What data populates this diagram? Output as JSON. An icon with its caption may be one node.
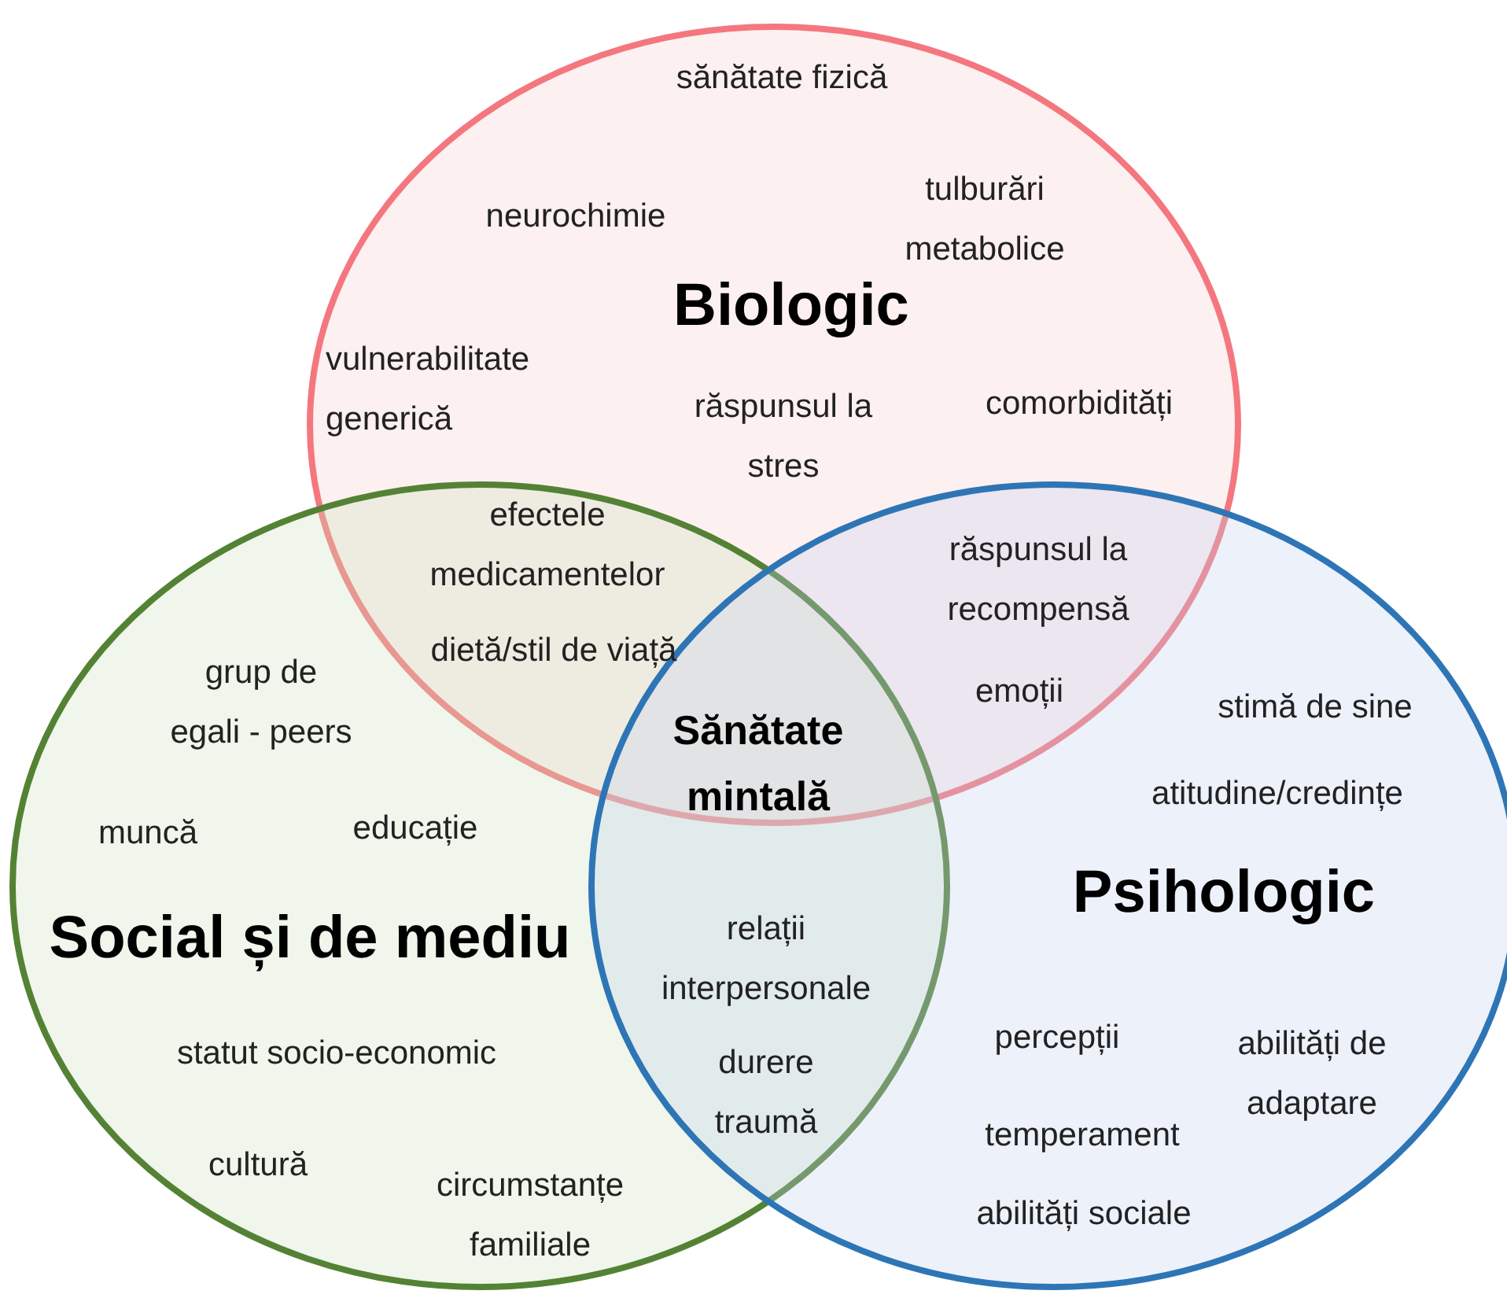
{
  "diagram": {
    "nodes": [
      {
        "text": [
          "Biologic"
        ]
      },
      {
        "text": [
          "Social și de mediu"
        ]
      },
      {
        "text": [
          "Psihologic"
        ]
      }
    ],
    "edges": [],
    "labels": [
      "sănătate fizică",
      "neurochimie",
      "tulburări metabolice",
      "vulnerabilitate generică",
      "comorbidități",
      "răspunsul la stres",
      "efectele medicamentelor",
      "răspunsul la recompensă",
      "dietă/stil de viață",
      "grup de egali - peers",
      "emoții",
      "stimă de sine",
      "Sănătate mintală",
      "atitudine/credințe",
      "muncă",
      "educație",
      "relații interpersonale",
      "statut socio-economic",
      "durere traumă",
      "percepții",
      "abilități de adaptare",
      "temperament",
      "cultură",
      "circumstanțe familiale",
      "abilități sociale"
    ]
  }
}
